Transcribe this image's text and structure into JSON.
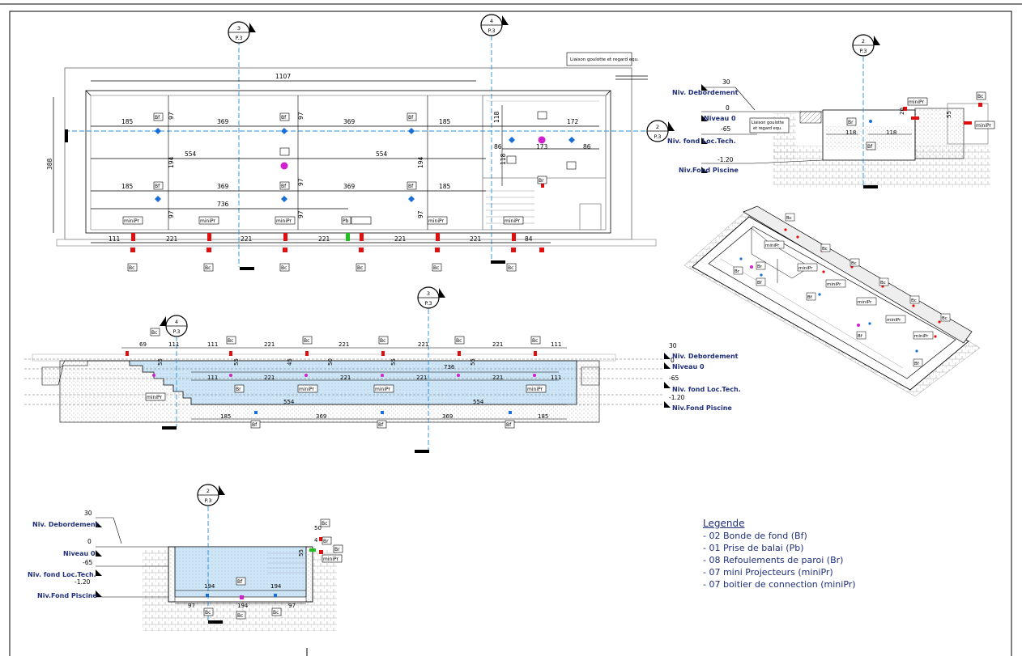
{
  "plan": {
    "dims_top": [
      "1107"
    ],
    "dims_row1": [
      "185",
      "369",
      "369",
      "185",
      "172"
    ],
    "dims_row2": [
      "554",
      "554",
      "173"
    ],
    "dims_row3": [
      "185",
      "369",
      "369",
      "185"
    ],
    "dims_row4": [
      "736"
    ],
    "dims_bottom": [
      "111",
      "221",
      "221",
      "221",
      "221",
      "221",
      "84"
    ],
    "dims_vertical": [
      "388",
      "97",
      "194",
      "97",
      "97",
      "194",
      "97",
      "97",
      "97",
      "118",
      "118",
      "86",
      "86"
    ],
    "note": "Liaison goulotte  et regard equ.",
    "labels": [
      "Bf",
      "Bf",
      "Bf",
      "Bf",
      "Bf",
      "Bf",
      "Bc",
      "Bc",
      "Bc",
      "Bc",
      "Bc",
      "Bc",
      "miniPr",
      "miniPr",
      "miniPr",
      "miniPr",
      "miniPr",
      "Pb",
      "Br"
    ]
  },
  "sections": {
    "sec2_top": {
      "num": "2",
      "ref": "P.3"
    },
    "sec3_top": {
      "num": "3",
      "ref": "P.3"
    },
    "sec4_top": {
      "num": "4",
      "ref": "P.3"
    },
    "sec2_right": {
      "num": "2",
      "ref": "P.3"
    },
    "sec2_detail": {
      "num": "2",
      "ref": "P.3"
    },
    "sec3_mid": {
      "num": "3",
      "ref": "P.3"
    },
    "sec4_mid": {
      "num": "4",
      "ref": "P.3"
    },
    "sec2_bottom": {
      "num": "2",
      "ref": "P.3"
    }
  },
  "levels": {
    "deb_val": "30",
    "deb_label": "Niv. Debordement",
    "n0_val": "0",
    "n0_label": "Niveau 0",
    "tech_val": "-65",
    "tech_label": "Niv. fond Loc.Tech.",
    "fond_val": "-1.20",
    "fond_label": "Niv.Fond Piscine"
  },
  "detail_section": {
    "dims": [
      "118",
      "118",
      "20",
      "55"
    ],
    "note": "Liaison goulotte\net regard equ.",
    "labels": [
      "Bc",
      "Br",
      "Bf",
      "miniPr",
      "Bc",
      "miniPr",
      "Br"
    ]
  },
  "long_section": {
    "dims_top": [
      "69",
      "111",
      "111",
      "221",
      "221",
      "221",
      "221",
      "111"
    ],
    "dims_mid": [
      "736",
      "111",
      "221",
      "221",
      "221",
      "221",
      "111"
    ],
    "dims_low": [
      "554",
      "554"
    ],
    "dims_bottom": [
      "185",
      "369",
      "369",
      "185"
    ],
    "vert": [
      "55",
      "55",
      "55",
      "55",
      "45",
      "50"
    ],
    "labels": [
      "Bc",
      "Bc",
      "Bc",
      "Bc",
      "Bc",
      "Bc",
      "miniPr",
      "miniPr",
      "miniPr",
      "miniPr",
      "Bf",
      "Bf",
      "Bf",
      "Bf",
      "Br"
    ]
  },
  "cross_section": {
    "dims": [
      "194",
      "194",
      "97",
      "194",
      "97",
      "50",
      "55",
      "4"
    ],
    "labels": [
      "Bc",
      "Br",
      "miniPr",
      "Br",
      "Bc",
      "Bf",
      "Bc",
      "Bc"
    ]
  },
  "iso_labels": [
    "Bc",
    "Bc",
    "Bc",
    "Bc",
    "Bc",
    "Bc",
    "Bc",
    "Bc",
    "Bc",
    "Br",
    "Br",
    "Bf",
    "Bf",
    "Bf",
    "Bf",
    "miniPr",
    "miniPr",
    "miniPr",
    "miniPr",
    "miniPr",
    "miniPr"
  ],
  "legend": {
    "title": "Legende",
    "items": [
      "- 02 Bonde de fond (Bf)",
      "- 01 Prise de balai (Pb)",
      "- 08 Refoulements de paroi (Br)",
      "- 07 mini Projecteurs (miniPr)",
      "- 07 boitier de connection  (miniPr)"
    ]
  },
  "colors": {
    "ink": "#000000",
    "axis": "#2a8fd6",
    "water": "#c7e4f7",
    "legend": "#1f2f7a",
    "red": "#e01010",
    "blue": "#1a6fd6",
    "magenta": "#d020d0",
    "green": "#20c020",
    "levelText": "#1f2f7a"
  }
}
